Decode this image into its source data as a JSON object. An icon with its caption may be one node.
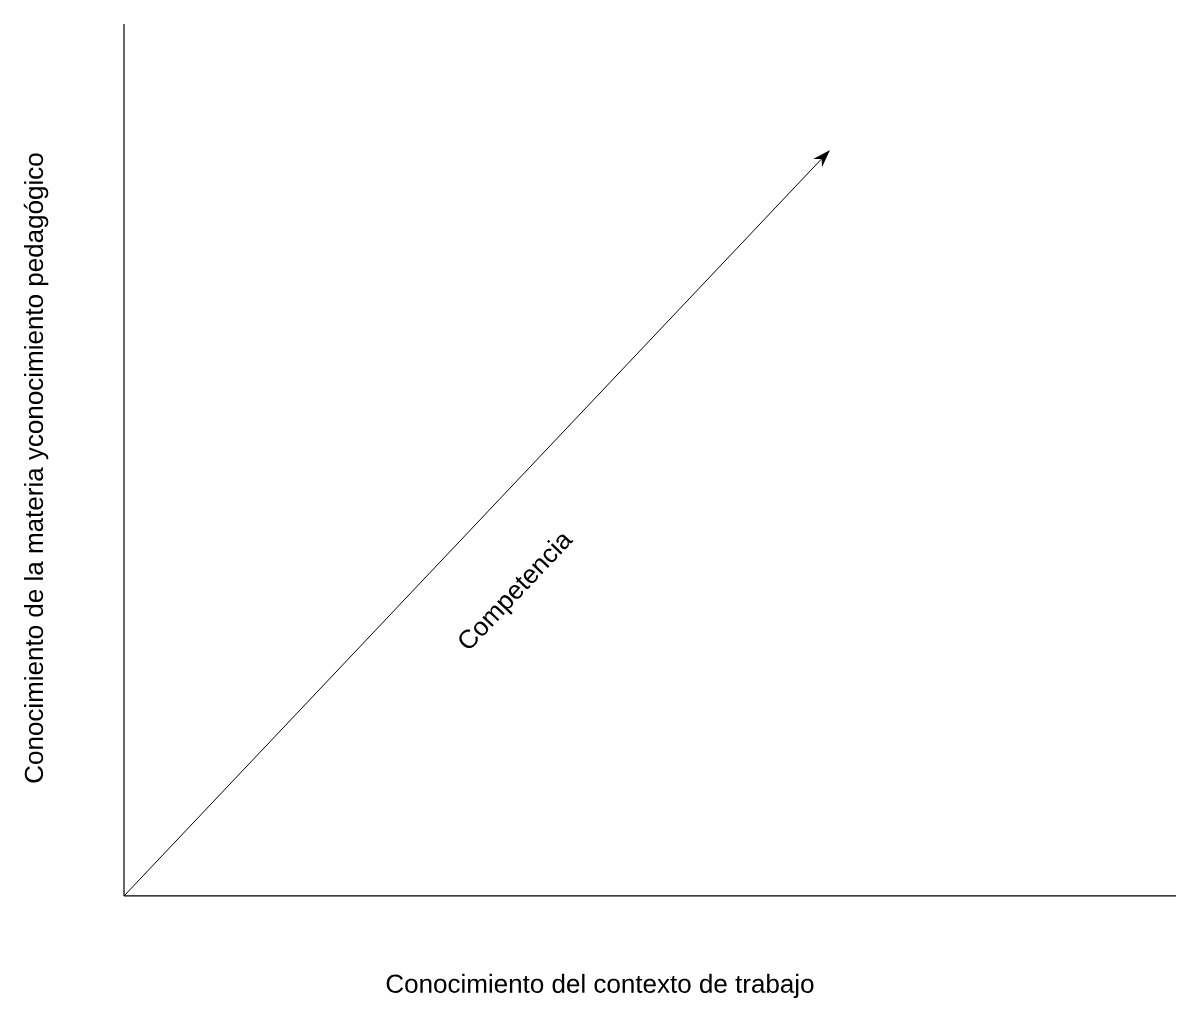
{
  "diagram": {
    "labels": [
      "Conocimiento de la materia yconocimiento pedagógico",
      "Competencia",
      "Conocimiento del contexto de trabajo"
    ]
  }
}
